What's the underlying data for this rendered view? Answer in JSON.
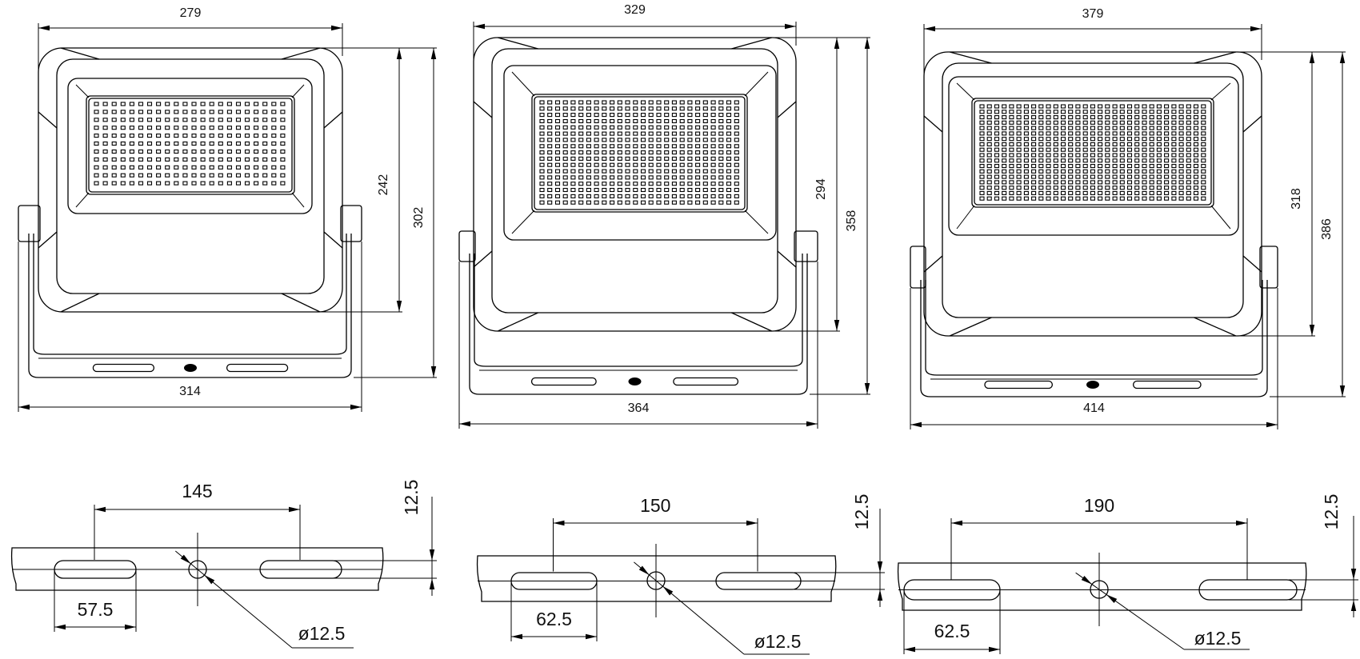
{
  "lights": [
    {
      "width_label": "279",
      "panel_height_label": "242",
      "total_height_label": "302",
      "bracket_width_label": "314"
    },
    {
      "width_label": "329",
      "panel_height_label": "294",
      "total_height_label": "358",
      "bracket_width_label": "364"
    },
    {
      "width_label": "379",
      "panel_height_label": "318",
      "total_height_label": "386",
      "bracket_width_label": "414"
    }
  ],
  "bracket_details": [
    {
      "slot_spacing_label": "145",
      "slot_length_label": "57.5",
      "hole_label": "ø12.5",
      "slot_width_label": "12.5"
    },
    {
      "slot_spacing_label": "150",
      "slot_length_label": "62.5",
      "hole_label": "ø12.5",
      "slot_width_label": "12.5"
    },
    {
      "slot_spacing_label": "190",
      "slot_length_label": "62.5",
      "hole_label": "ø12.5",
      "slot_width_label": "12.5"
    }
  ]
}
